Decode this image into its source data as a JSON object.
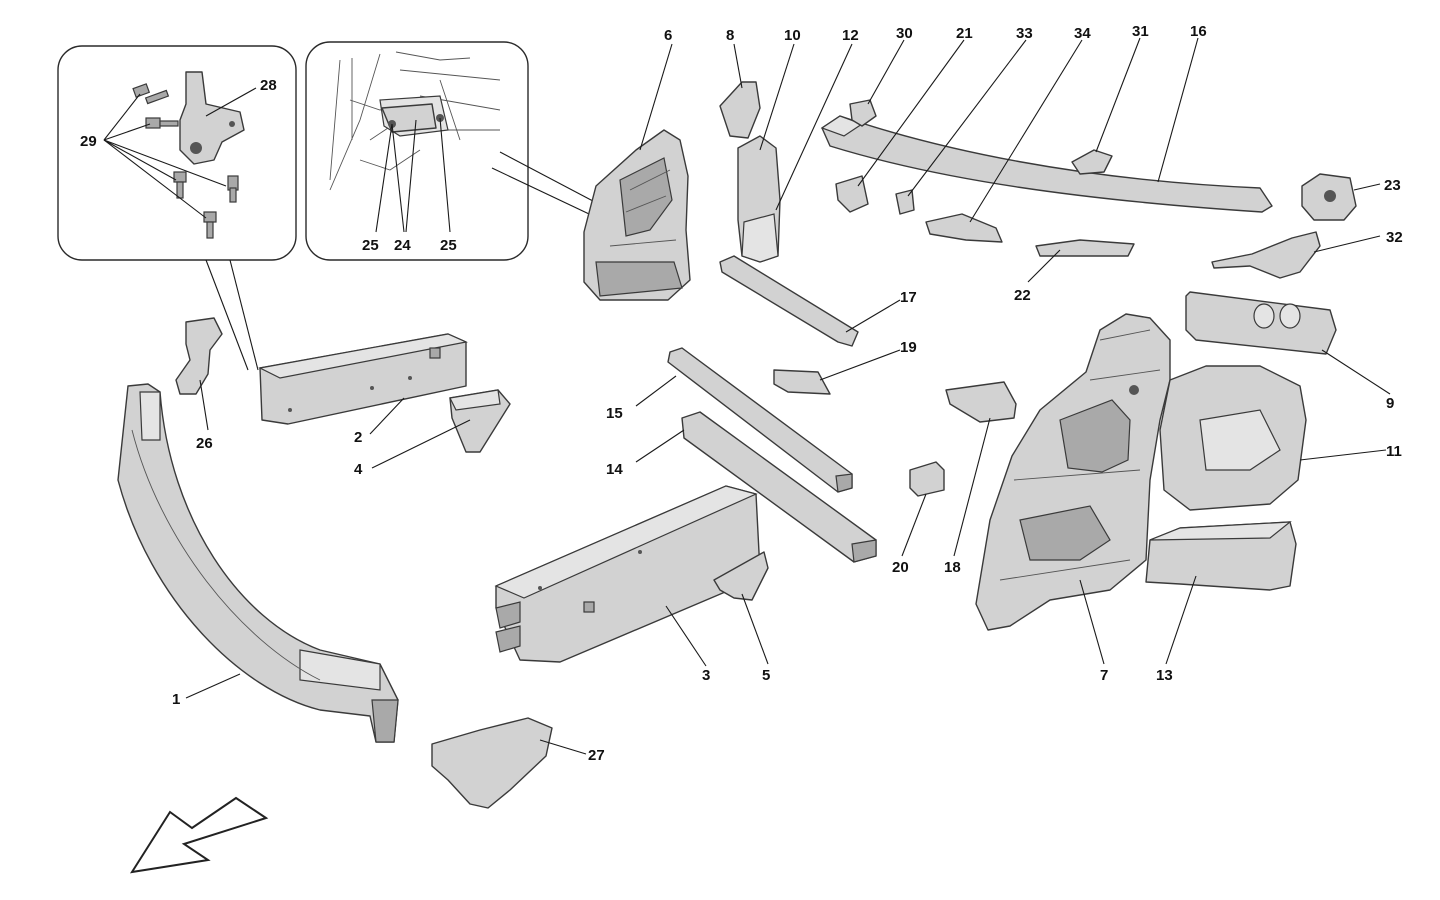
{
  "callouts": [
    {
      "id": "1",
      "label": "1"
    },
    {
      "id": "2",
      "label": "2"
    },
    {
      "id": "3",
      "label": "3"
    },
    {
      "id": "4",
      "label": "4"
    },
    {
      "id": "5",
      "label": "5"
    },
    {
      "id": "6",
      "label": "6"
    },
    {
      "id": "7",
      "label": "7"
    },
    {
      "id": "8",
      "label": "8"
    },
    {
      "id": "9",
      "label": "9"
    },
    {
      "id": "10",
      "label": "10"
    },
    {
      "id": "11",
      "label": "11"
    },
    {
      "id": "12",
      "label": "12"
    },
    {
      "id": "13",
      "label": "13"
    },
    {
      "id": "14",
      "label": "14"
    },
    {
      "id": "15",
      "label": "15"
    },
    {
      "id": "16",
      "label": "16"
    },
    {
      "id": "17",
      "label": "17"
    },
    {
      "id": "18",
      "label": "18"
    },
    {
      "id": "19",
      "label": "19"
    },
    {
      "id": "20",
      "label": "20"
    },
    {
      "id": "21",
      "label": "21"
    },
    {
      "id": "22",
      "label": "22"
    },
    {
      "id": "23",
      "label": "23"
    },
    {
      "id": "24",
      "label": "24"
    },
    {
      "id": "25a",
      "label": "25"
    },
    {
      "id": "25b",
      "label": "25"
    },
    {
      "id": "26",
      "label": "26"
    },
    {
      "id": "27",
      "label": "27"
    },
    {
      "id": "28",
      "label": "28"
    },
    {
      "id": "29",
      "label": "29"
    },
    {
      "id": "30",
      "label": "30"
    },
    {
      "id": "31",
      "label": "31"
    },
    {
      "id": "32",
      "label": "32"
    },
    {
      "id": "33",
      "label": "33"
    },
    {
      "id": "34",
      "label": "34"
    }
  ],
  "icons": {
    "direction_arrow": "front-direction-arrow-icon"
  },
  "colors": {
    "part_fill": "#d2d2d2",
    "part_stroke": "#3a3a3a",
    "background": "#ffffff"
  }
}
